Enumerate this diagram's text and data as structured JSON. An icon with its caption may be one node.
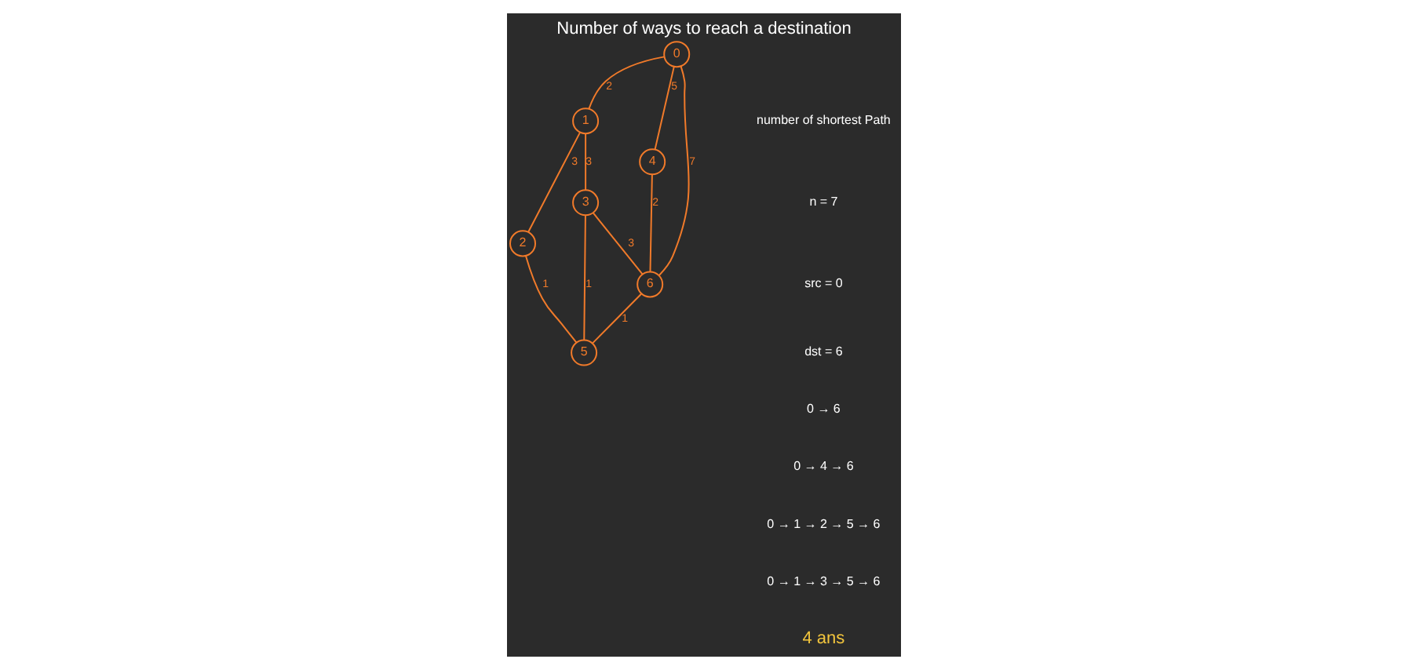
{
  "diagram": {
    "title": "Number of ways to reach a destination",
    "nodes": [
      {
        "text": [
          "0"
        ]
      },
      {
        "text": [
          "1"
        ]
      },
      {
        "text": [
          "2"
        ]
      },
      {
        "text": [
          "3"
        ]
      },
      {
        "text": [
          "4"
        ]
      },
      {
        "text": [
          "5"
        ]
      },
      {
        "text": [
          "6"
        ]
      }
    ],
    "edges": [
      {
        "from": 0,
        "to": 4,
        "arrow": "none",
        "label": "5"
      },
      {
        "from": 0,
        "to": 6,
        "arrow": "none",
        "label": "7"
      },
      {
        "from": 0,
        "to": 1,
        "arrow": "none",
        "label": "2"
      },
      {
        "from": 1,
        "to": 3,
        "arrow": "none",
        "label": "3"
      },
      {
        "from": 1,
        "to": 2,
        "arrow": "none",
        "label": "3"
      },
      {
        "from": 4,
        "to": 6,
        "arrow": "none",
        "label": "2"
      },
      {
        "from": 3,
        "to": 6,
        "arrow": "none",
        "label": "3"
      },
      {
        "from": 3,
        "to": 5,
        "arrow": "none",
        "label": "1"
      },
      {
        "from": 2,
        "to": 5,
        "arrow": "none",
        "label": "1"
      },
      {
        "from": 6,
        "to": 5,
        "arrow": "none",
        "label": "1"
      }
    ],
    "labels": [
      "number of shortest Path",
      "n = 7",
      "src = 0",
      "dst = 6",
      "0 → 6",
      "0 → 4 → 6",
      "0 → 1 → 2 → 5 → 6",
      "0 → 1 → 3 → 5 → 6",
      "4 ans"
    ]
  }
}
